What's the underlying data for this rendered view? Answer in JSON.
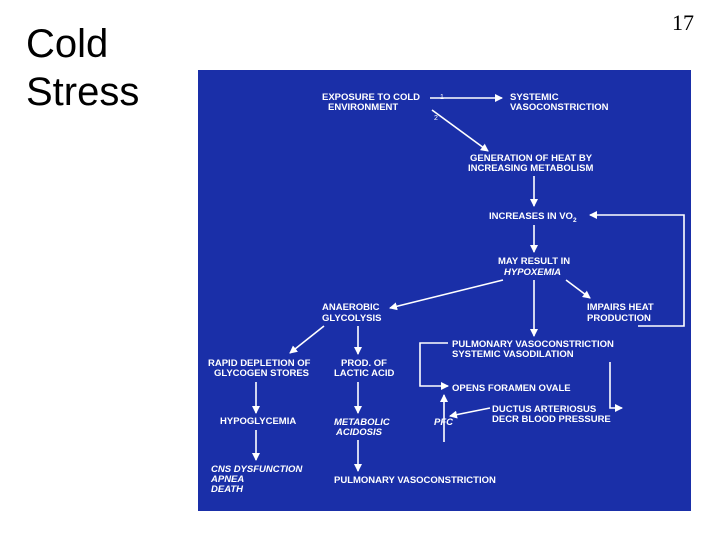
{
  "slide": {
    "title_line1": "Cold",
    "title_line2": "Stress",
    "page_number": "17"
  },
  "diagram": {
    "colors": {
      "background": "#1a2fa8",
      "line": "#ffffff",
      "text": "#ffffff"
    },
    "nodes": {
      "exposure": [
        "EXPOSURE TO COLD",
        "ENVIRONMENT"
      ],
      "systemic_vaso": [
        "SYSTEMIC",
        "VASOCONSTRICTION"
      ],
      "generation_heat": [
        "GENERATION OF HEAT BY",
        "INCREASING METABOLISM"
      ],
      "increases_vo2": "INCREASES IN VO",
      "vo2_subscript": "2",
      "may_result": "MAY RESULT IN",
      "hypoxemia": "HYPOXEMIA",
      "anaerobic": [
        "ANAEROBIC",
        "GLYCOLYSIS"
      ],
      "impairs_heat": [
        "IMPAIRS HEAT",
        "PRODUCTION"
      ],
      "pulmonary_systemic": [
        "PULMONARY VASOCONSTRICTION",
        "SYSTEMIC VASODILATION"
      ],
      "rapid_depletion": [
        "RAPID DEPLETION OF",
        "GLYCOGEN STORES"
      ],
      "prod_lactic": [
        "PROD. OF",
        "LACTIC ACID"
      ],
      "opens_foramen": "OPENS FORAMEN OVALE",
      "ductus": [
        "DUCTUS ARTERIOSUS",
        "DECR BLOOD PRESSURE"
      ],
      "hypoglycemia": "HYPOGLYCEMIA",
      "metabolic_acidosis": [
        "METABOLIC",
        "ACIDOSIS"
      ],
      "pfc": "PFC",
      "cns": [
        "CNS DYSFUNCTION",
        "APNEA",
        "DEATH"
      ],
      "pulmonary_vaso_final": "PULMONARY VASOCONSTRICTION"
    },
    "path_labels": {
      "path1": "1",
      "path2": "2"
    }
  }
}
